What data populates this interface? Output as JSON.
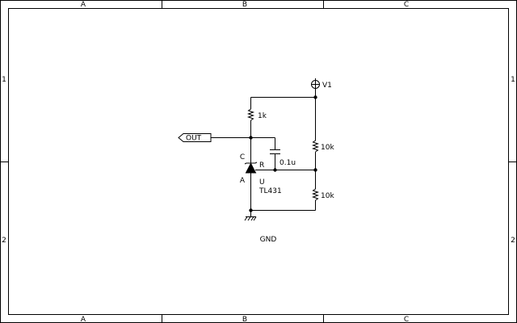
{
  "frame": {
    "columns": [
      "A",
      "B",
      "C"
    ],
    "rows": [
      "1",
      "2"
    ]
  },
  "schematic": {
    "power": {
      "label": "V1"
    },
    "out_port": {
      "label": "OUT"
    },
    "r_top": {
      "value": "1k"
    },
    "r_div_top": {
      "value": "10k"
    },
    "r_div_bot": {
      "value": "10k"
    },
    "cap": {
      "value": "0.1u"
    },
    "ref": {
      "pin_cathode": "C",
      "pin_anode": "A",
      "pin_ref": "R",
      "designator": "U",
      "part": "TL431"
    },
    "ground_label": "GND"
  }
}
